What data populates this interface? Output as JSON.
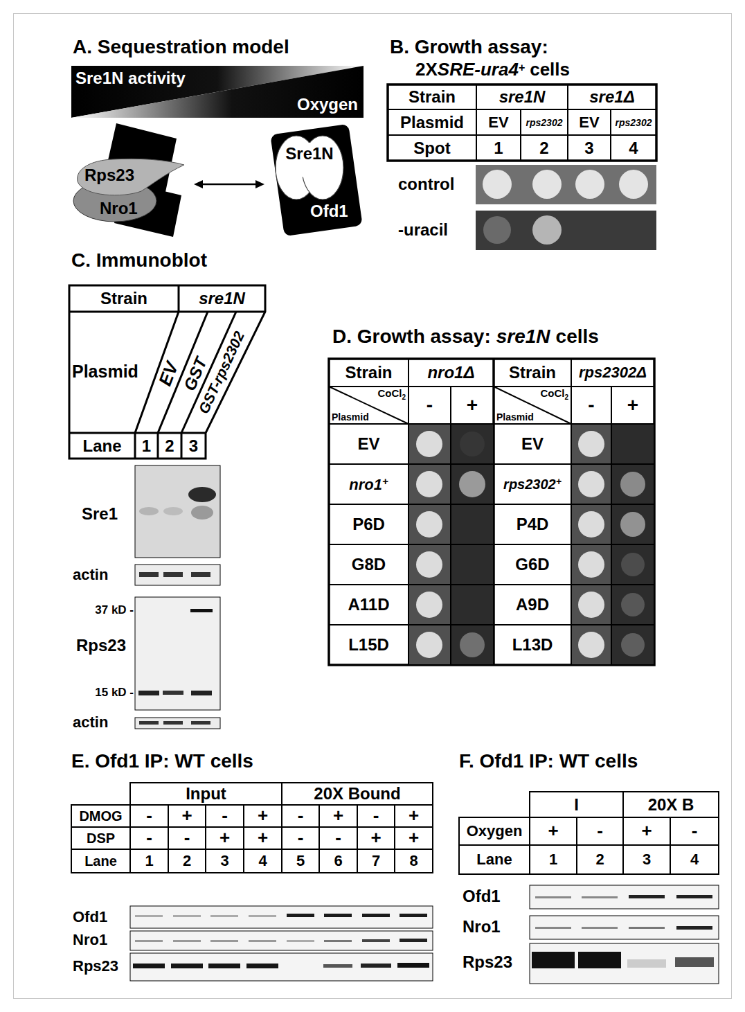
{
  "diagram": {
    "nodes": [
      {
        "text": [
          "Sre1N activity",
          "Oxygen"
        ]
      },
      {
        "text": [
          "Rps23"
        ]
      },
      {
        "text": [
          "Nro1"
        ]
      },
      {
        "text": [
          "Sre1N"
        ]
      },
      {
        "text": [
          "Ofd1"
        ]
      }
    ],
    "edges": [
      {
        "from": 1,
        "to": 3,
        "arrow": "both"
      }
    ],
    "labels": [
      "A. Sequestration model",
      "B. Growth assay:",
      "2X",
      "SRE-ura4",
      "+",
      "cells",
      "Strain",
      "sre1N",
      "sre1Δ",
      "Plasmid",
      "EV",
      "rps2302",
      "EV",
      "rps2302",
      "Spot",
      "1",
      "2",
      "3",
      "4",
      "control",
      "-uracil",
      "C. Immunoblot",
      "Strain",
      "sre1N",
      "Plasmid",
      "EV",
      "GST",
      "GST-rps2302",
      "Lane",
      "1",
      "2",
      "3",
      "Sre1",
      "actin",
      "37 kD -",
      "Rps23",
      "15 kD -",
      "actin",
      "D. Growth assay:",
      "sre1N",
      "cells",
      "Strain",
      "nro1Δ",
      "Strain",
      "rps2302Δ",
      "CoCl",
      "2",
      "Plasmid",
      "-",
      "+",
      "CoCl",
      "2",
      "Plasmid",
      "-",
      "+",
      "EV",
      "EV",
      "nro1",
      "+",
      "rps2302",
      "+",
      "P6D",
      "P4D",
      "G8D",
      "G6D",
      "A11D",
      "A9D",
      "L15D",
      "L13D",
      "E. Ofd1 IP: WT cells",
      "Input",
      "20X Bound",
      "DMOG",
      "-",
      "+",
      "-",
      "+",
      "-",
      "+",
      "-",
      "+",
      "DSP",
      "-",
      "-",
      "+",
      "+",
      "-",
      "-",
      "+",
      "+",
      "Lane",
      "1",
      "2",
      "3",
      "4",
      "5",
      "6",
      "7",
      "8",
      "Ofd1",
      "Nro1",
      "Rps23",
      "F. Ofd1 IP: WT cells",
      "I",
      "20X B",
      "Oxygen",
      "+",
      "-",
      "+",
      "-",
      "Lane",
      "1",
      "2",
      "3",
      "4",
      "Ofd1",
      "Nro1",
      "Rps23"
    ]
  }
}
